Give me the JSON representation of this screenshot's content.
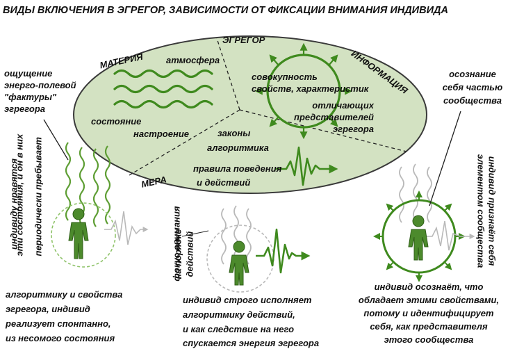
{
  "colors": {
    "ellipse_fill": "#d3e2c2",
    "ellipse_stroke": "#3a3a3a",
    "green": "#3f8a1e",
    "light_green": "#8fc36a",
    "figure": "#4c8a2c",
    "figure_dark": "#2f5f18",
    "text": "#111111"
  },
  "title": "ВИДЫ ВКЛЮЧЕНИЯ В ЭГРЕГОР, ЗАВИСИМОСТИ ОТ ФИКСАЦИИ ВНИМАНИЯ ИНДИВИДА",
  "egregor": {
    "label": "ЭГРЕГОР",
    "sectors": {
      "materia": {
        "label": "МАТЕРИЯ",
        "items": [
          "атмосфера",
          "состояние",
          "настроение"
        ]
      },
      "informatsiya": {
        "label": "ИНФОРМАЦИЯ",
        "lines": [
          "совокупность",
          "свойств, характеристик",
          "отличающих",
          "представителей",
          "эгрегора"
        ]
      },
      "mera": {
        "label": "МЕРА",
        "lines": [
          "законы",
          "алгоритмика",
          "правила поведения",
          "и действий"
        ]
      }
    }
  },
  "left": {
    "callout": [
      "ощущение",
      "энерго-полевой",
      "\"фактуры\"",
      "эгрегора"
    ],
    "vertical": [
      "индивиду нравятся",
      "эти состояния, и он в них",
      "периодически пребывает"
    ],
    "bottom": [
      "алгоритмику и свойства",
      "эгрегора, индивид",
      "реализует спонтанно,",
      "из несомого состояния"
    ]
  },
  "center": {
    "vertical": [
      "фокус внимания",
      "на порядке",
      "действий"
    ],
    "bottom": [
      "индивид строго исполняет",
      "алгоритмику действий,",
      "и как следствие на него",
      "спускается энергия эгрегора"
    ]
  },
  "right": {
    "callout": [
      "осознание",
      "себя частью",
      "сообщества"
    ],
    "vertical": [
      "индивид признаёт себя",
      "элементом сообщества"
    ],
    "bottom": [
      "индивид осознаёт, что",
      "обладает этими свойствами,",
      "потому и идентифицирует",
      "себя, как представителя",
      "этого сообщества"
    ]
  },
  "icons": [
    "wave-icon",
    "cycle-arrows-icon",
    "pulse-arrow-icon",
    "person-icon",
    "dashed-circle-icon"
  ]
}
